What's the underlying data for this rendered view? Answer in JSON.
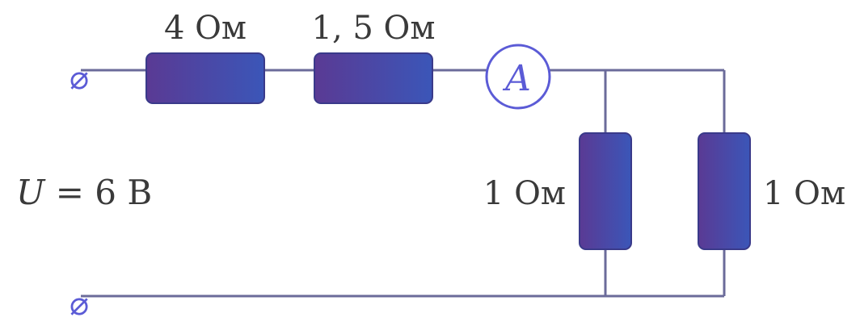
{
  "circuit": {
    "resistor_series_1_label": "4 Ом",
    "resistor_series_2_label": "1, 5 Ом",
    "resistor_parallel_1_label": "1 Ом",
    "resistor_parallel_2_label": "1 Ом",
    "ammeter_symbol": "A",
    "voltage_symbol": "U",
    "voltage_value": " = 6 В",
    "terminal_top_symbol": "⌀",
    "terminal_bottom_symbol": "⌀"
  },
  "colors": {
    "wire": "#6b6b9a",
    "resistor_left": "#5a3a94",
    "resistor_right": "#3b56b8",
    "resistor_stroke": "#3a3a8a",
    "ammeter": "#5b5bd6",
    "terminal": "#5b5bd6",
    "text": "#3a3a3a"
  }
}
